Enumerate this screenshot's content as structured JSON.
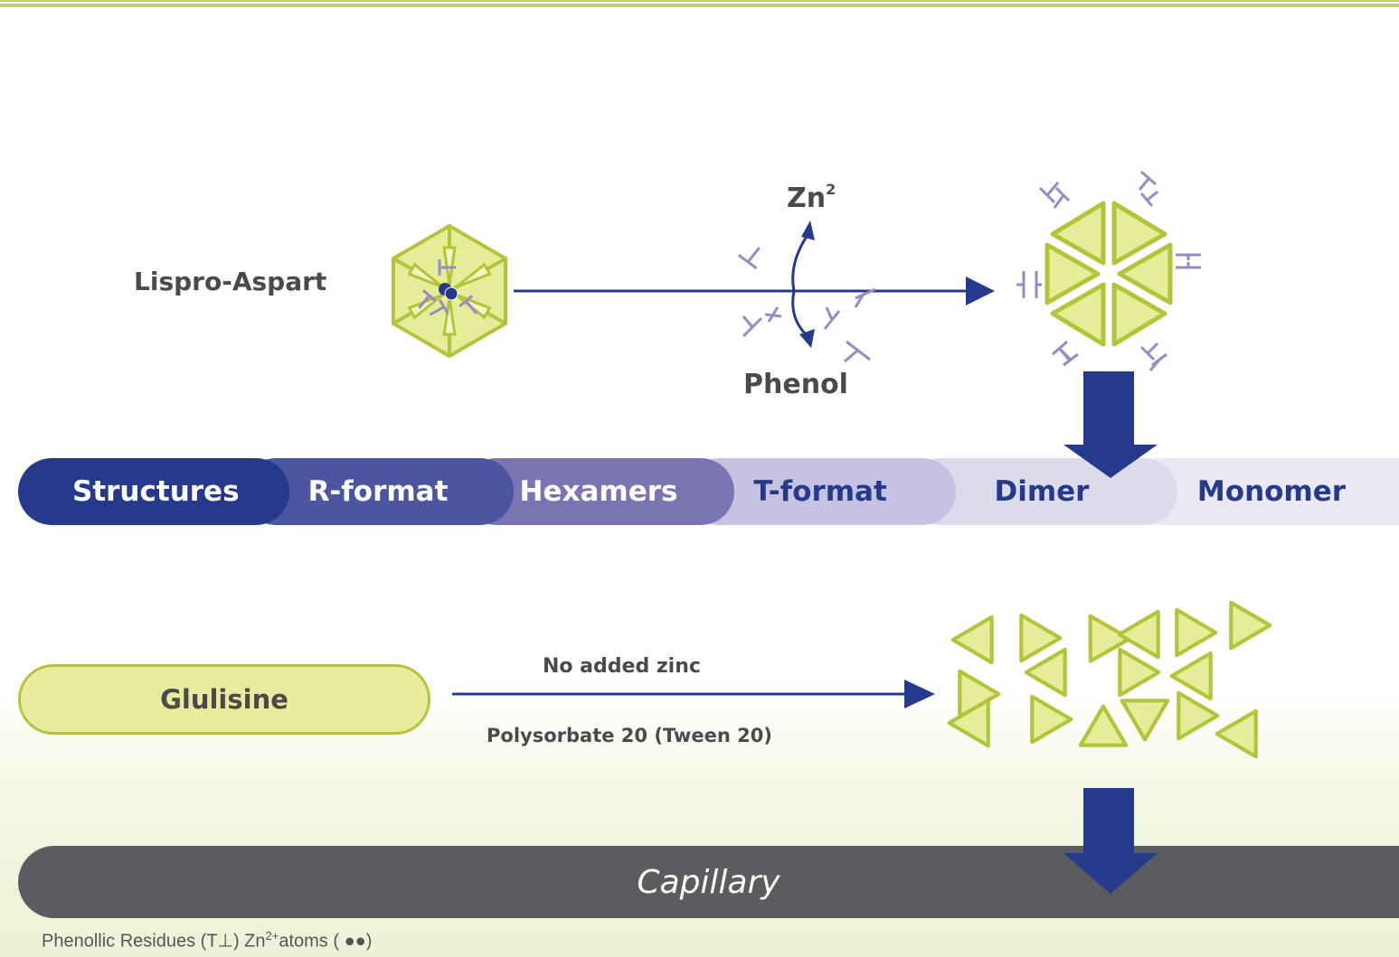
{
  "labels": {
    "lispro_aspart": "Lispro-Aspart",
    "zn": "Zn",
    "zn_superscript": "2",
    "phenol": "Phenol",
    "no_added_zinc": "No added zinc",
    "polysorbate": "Polysorbate 20 (Tween 20)",
    "glulisine": "Glulisine",
    "capillary": "Capillary"
  },
  "stages": [
    {
      "label": "Structures"
    },
    {
      "label": "R-format"
    },
    {
      "label": "Hexamers"
    },
    {
      "label": "T-format"
    },
    {
      "label": "Dimer"
    },
    {
      "label": "Monomer"
    }
  ],
  "legend": {
    "residues_text": "Phenollic Residues (T⊥) Zn",
    "zn_sup": "2+",
    "atoms_text": "atoms ( ●●)"
  },
  "colors": {
    "navy": "#263a8b",
    "triangle_fill": "#e6ec98",
    "triangle_stroke": "#b4c43a",
    "phenol_purple": "#9a8ac4",
    "capillary_gray": "#5b5c5f"
  },
  "icons": [
    "hexamer-compact-icon",
    "hexamer-open-icon",
    "zinc-atom-icon",
    "phenol-residue-icon",
    "down-arrow-icon",
    "right-arrow-icon"
  ]
}
